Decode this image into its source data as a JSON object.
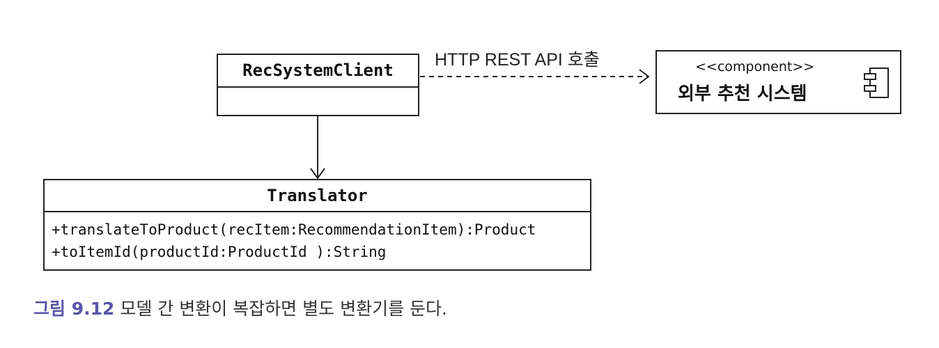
{
  "diagram": {
    "classes": {
      "rec_client": {
        "name": "RecSystemClient"
      },
      "translator": {
        "name": "Translator",
        "operations": [
          "+translateToProduct(recItem:RecommendationItem):Product",
          "+toItemId(productId:ProductId ):String"
        ]
      }
    },
    "component": {
      "stereotype": "<<component>>",
      "name": "외부 추천 시스템",
      "icon": "component-icon"
    },
    "edges": {
      "http_call": {
        "label": "HTTP REST API 호출",
        "style": "dashed",
        "arrowhead": "open"
      },
      "client_to_translator": {
        "style": "solid",
        "arrowhead": "open"
      }
    }
  },
  "caption": {
    "figure_number": "그림 9.12",
    "text": "모델 간 변환이 복잡하면 별도 변환기를 둔다."
  },
  "colors": {
    "line": "#222222",
    "caption_accent": "#5a55a8",
    "caption_text": "#333333"
  }
}
